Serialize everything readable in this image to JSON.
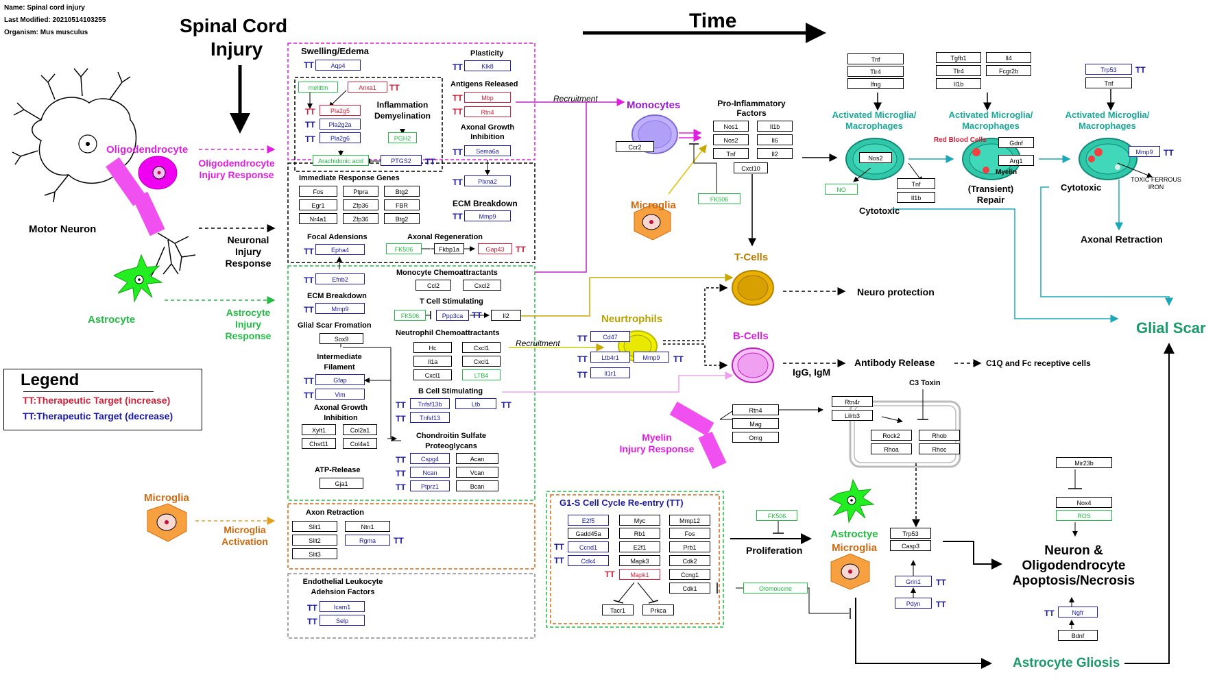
{
  "meta": {
    "name": "Name: Spinal cord injury",
    "modified": "Last Modified: 20210514103255",
    "organism": "Organism: Mus musculus"
  },
  "headings": {
    "injury": [
      "Spinal Cord",
      "Injury"
    ],
    "time": "Time"
  },
  "legend": {
    "title": "Legend",
    "increase": "TT:Therapeutic Target (increase)",
    "decrease": "TT:Therapeutic Target (decrease)"
  },
  "tt": "TT",
  "cells": {
    "motor_neuron": "Motor Neuron",
    "oligodendrocyte": "Oligodendrocyte",
    "oligo_response": [
      "Oligodendrocyte",
      "Injury Response"
    ],
    "neuronal_response": [
      "Neuronal",
      "Injury",
      "Response"
    ],
    "astrocyte": "Astrocyte",
    "astrocyte_response": [
      "Astrocyte",
      "Injury",
      "Response"
    ],
    "microglia_left": "Microglia",
    "microglia_activation": [
      "Microglia",
      "Activation"
    ],
    "monocytes": "Monocytes",
    "microglia_mid": "Microglia",
    "tcells": "T-Cells",
    "bcells": "B-Cells",
    "neutrophils": "Neurtrophils",
    "myelin_response": [
      "Myelin",
      "Injury Response"
    ],
    "astro_micro": [
      "Astroctye",
      "Microglia"
    ]
  },
  "sections": {
    "swelling": "Swelling/Edema",
    "plasticity": "Plasticity",
    "antigens": "Antigens Released",
    "axonal_growth_inh1": [
      "Axonal Growth",
      "Inhibition"
    ],
    "inflammation": [
      "Inflammation",
      "Demyelination"
    ],
    "immediate": "Immediate Response Genes",
    "ecm1": "ECM Breakdown",
    "focal": "Focal Adensions",
    "axonal_regen": "Axonal Regeneration",
    "monocyte_chemo": "Monocyte Chemoattractants",
    "ecm2": "ECM Breakdown",
    "tcell_stim": "T Cell Stimulating",
    "glial_scar_form": "Glial Scar Fromation",
    "neutro_chemo": "Neutrophil Chemoattractants",
    "inter_fil": [
      "Intermediate",
      "Filament"
    ],
    "bcell_stim": "B Cell Stimulating",
    "axonal_growth_inh2": [
      "Axonal Growth",
      "Inhibition"
    ],
    "chondroitin": [
      "Chondroitin Sulfate",
      "Proteoglycans"
    ],
    "atp": "ATP-Release",
    "axon_retraction_box": "Axon Retraction",
    "endothelial": [
      "Endothelial Leukocyte",
      "Adehsion Factors"
    ],
    "g1s": "G1-S Cell Cycle Re-entry (TT)",
    "pro_inflam": [
      "Pro-Inflammatory",
      "Factors"
    ],
    "amm": [
      "Activated Microglia/",
      "Macrophages"
    ],
    "red_blood": "Red Blood Cells",
    "myelin_small": "Myelin",
    "cytotoxic1": "Cytotoxic",
    "transient": [
      "(Transient)",
      "Repair"
    ],
    "cytotoxic2": "Cytotoxic",
    "toxic_iron": [
      "TOXIC FERROUS",
      "IRON"
    ],
    "axonal_retraction": "Axonal Retraction",
    "glial_scar": "Glial Scar",
    "neuro_protection": "Neuro protection",
    "igg": "IgG, IgM",
    "antibody": "Antibody Release",
    "c1q": "C1Q and Fc receptive cells",
    "c3": "C3 Toxin",
    "proliferation": "Proliferation",
    "apoptosis": [
      "Neuron &",
      "Oligodendrocyte",
      "Apoptosis/Necrosis"
    ],
    "gliosis": "Astrocyte Gliosis",
    "recruitment1": "Recruitment",
    "recruitment2": "Recruitment"
  },
  "genes": {
    "aqp4": "Aqp4",
    "klk8": "Klk8",
    "melittin": "melittin",
    "anxa1": "Anxa1",
    "mbp": "Mbp",
    "rtn4a": "Rtn4",
    "pla2g5": "Pla2g5",
    "pla2g2a": "Pla2g2a",
    "pla2g6": "Pla2g6",
    "pgh2": "PGH2",
    "sema6a": "Sema6a",
    "arach": "Arachidonic acid",
    "ptgs2": "PTGS2",
    "plxna2": "Plxna2",
    "fos": "Fos",
    "ptpra": "Ptpra",
    "btg2a": "Btg2",
    "egr1": "Egr1",
    "zfp36a": "Zfp36",
    "fbr": "FBR",
    "nr4a1": "Nr4a1",
    "zfp36b": "Zfp36",
    "btg2b": "Btg2",
    "mmp9a": "Mmp9",
    "epha4": "Epha4",
    "fk506a": "FK506",
    "fkbp1a": "Fkbp1a",
    "gap43": "Gap43",
    "efnb2": "Efnb2",
    "ccl2a": "Ccl2",
    "cxcl2a": "Cxcl2",
    "mmp9b": "Mmp9",
    "fk506b": "FK506",
    "ppp3ca": "Ppp3ca",
    "il2a": "Il2",
    "sox9": "Sox9",
    "hc": "Hc",
    "cxcl1a": "Cxcl1",
    "il1a": "Il1a",
    "cxcl1b": "Cxcl1",
    "cxcl1c": "Cxcl1",
    "ltb4": "LTB4",
    "gfap": "Gfap",
    "vim": "Vim",
    "tnfsf13b": "Tnfsf13b",
    "ltb": "Ltb",
    "tnfsf13": "Tnfsf13",
    "xylt1": "Xylt1",
    "col2a1": "Col2a1",
    "chst11": "Chst11",
    "col4a1": "Col4a1",
    "cspg4": "Cspg4",
    "acan": "Acan",
    "ncan": "Ncan",
    "vcan": "Vcan",
    "ptprz1": "Ptprz1",
    "bcan": "Bcan",
    "gja1": "Gja1",
    "slit1": "Slit1",
    "ntn1": "Ntn1",
    "slit2": "Slit2",
    "rgma": "Rgma",
    "slit3": "Slit3",
    "icam1": "Icam1",
    "selp": "Selp",
    "e2f5": "E2f5",
    "myc": "Myc",
    "mmp12": "Mmp12",
    "gadd45a": "Gadd45a",
    "rb1": "Rb1",
    "fos2": "Fos",
    "ccnd1": "Ccnd1",
    "e2f1": "E2f1",
    "prb1": "Prb1",
    "cdk4": "Cdk4",
    "mapk3": "Mapk3",
    "cdk2": "Cdk2",
    "mapk1": "Mapk1",
    "ccng1": "Ccng1",
    "cdk1": "Cdk1",
    "tacr1": "Tacr1",
    "prkca": "Prkca",
    "olomoucine": "Olomoucine",
    "fk506d": "FK506",
    "ccr2": "Ccr2",
    "nos1": "Nos1",
    "il1b": "Il1b",
    "nos2": "Nos2",
    "il6": "Il6",
    "tnfa": "Tnf",
    "il2b": "Il2",
    "cxcl10": "Cxcl10",
    "fk506c": "FK506",
    "tnf_top": "Tnf",
    "tlr4_top": "Tlr4",
    "ifng": "Ifng",
    "tgfb1": "Tgfb1",
    "il4": "Il4",
    "tlr4b": "Tlr4",
    "fcgr2b": "Fcgr2b",
    "il1b2": "Il1b",
    "trp53a": "Trp53",
    "tnf3": "Tnf",
    "nos2b": "Nos2",
    "no": "NO",
    "tnf4": "Tnf",
    "il1b3": "Il1b",
    "gdnf": "Gdnf",
    "arg1": "Arg1",
    "mmp9c": "Mmp9",
    "cd47": "Cd47",
    "ltb4r1": "Ltb4r1",
    "mmp9d": "Mmp9",
    "il1r1": "Il1r1",
    "rtn4b": "Rtn4",
    "mag": "Mag",
    "omg": "Omg",
    "rtn4r": "Rtn4r",
    "lilrb3": "Lilrb3",
    "rock2": "Rock2",
    "rhob": "Rhob",
    "rhoa": "Rhoa",
    "rhoc": "Rhoc",
    "trp53b": "Trp53",
    "casp3": "Casp3",
    "grin1": "Grin1",
    "pdyn": "Pdyn",
    "mir23b": "Mir23b",
    "nox4": "Nox4",
    "ros": "ROS",
    "ngfr": "Ngfr",
    "bdnf": "Bdnf"
  },
  "colors": {
    "magenta": "#e020e0",
    "green": "#22bb44",
    "orange": "#d06a10",
    "gold": "#b8a000",
    "teal": "#1aa89a",
    "blue": "#1a1aa6",
    "red": "#d0213a"
  }
}
